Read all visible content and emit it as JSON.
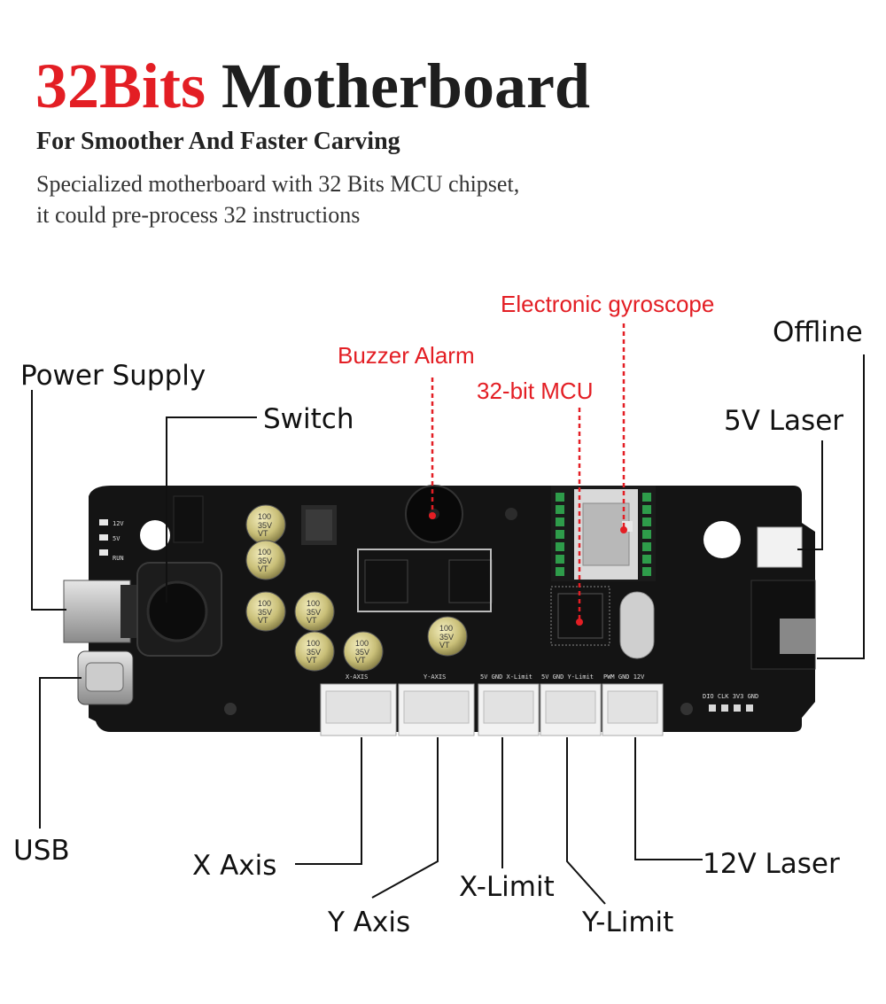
{
  "header": {
    "title_accent": "32Bits",
    "title_main": "Motherboard",
    "subtitle": "For Smoother And Faster Carving",
    "description_line1": "Specialized motherboard with 32 Bits MCU chipset,",
    "description_line2": "it could pre-process 32 instructions"
  },
  "callouts": {
    "electronic_gyroscope": "Electronic gyroscope",
    "buzzer_alarm": "Buzzer Alarm",
    "mcu": "32-bit MCU",
    "offline": "Offline",
    "power_supply": "Power Supply",
    "switch": "Switch",
    "laser_5v": "5V Laser",
    "usb": "USB",
    "x_axis": "X Axis",
    "y_axis": "Y Axis",
    "x_limit": "X-Limit",
    "y_limit": "Y-Limit",
    "laser_12v": "12V Laser"
  },
  "board_silkscreen": {
    "x_axis": "X-AXIS",
    "y_axis": "Y-AXIS",
    "x_limit": "5V GND X-Limit",
    "y_limit": "5V GND Y-Limit",
    "laser": "PWM GND 12V",
    "header": "DIO CLK 3V3 GND",
    "cap_value": "100",
    "cap_voltage": "35V",
    "cap_series": "VT",
    "led_12v": "12V",
    "led_5v": "5V",
    "led_run": "RUN"
  },
  "colors": {
    "accent_red": "#e31e24",
    "board": "#141414",
    "connector": "#f2f2f2"
  }
}
